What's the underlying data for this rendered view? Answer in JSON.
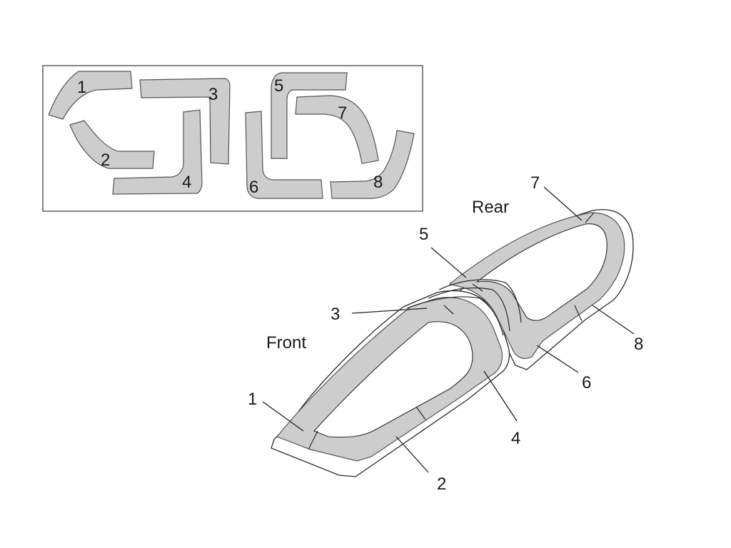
{
  "parts_sheet": {
    "labels": [
      "1",
      "2",
      "3",
      "4",
      "5",
      "6",
      "7",
      "8"
    ]
  },
  "canopy": {
    "front_label": "Front",
    "rear_label": "Rear",
    "callouts": [
      "1",
      "2",
      "3",
      "4",
      "5",
      "6",
      "7",
      "8"
    ]
  },
  "colors": {
    "mask_fill": "#cdcdcd",
    "outline": "#2a2a2a",
    "background": "#ffffff"
  }
}
